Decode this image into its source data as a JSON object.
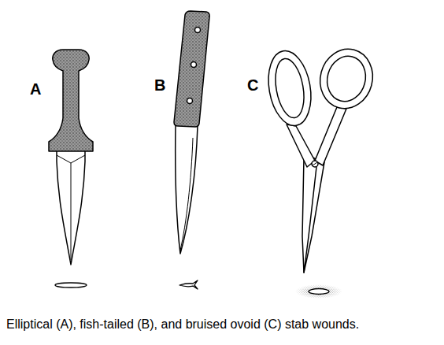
{
  "diagram": {
    "caption": "Elliptical (A), fish-tailed (B), and bruised ovoid (C) stab wounds.",
    "labels": [
      "A",
      "B",
      "C"
    ]
  }
}
